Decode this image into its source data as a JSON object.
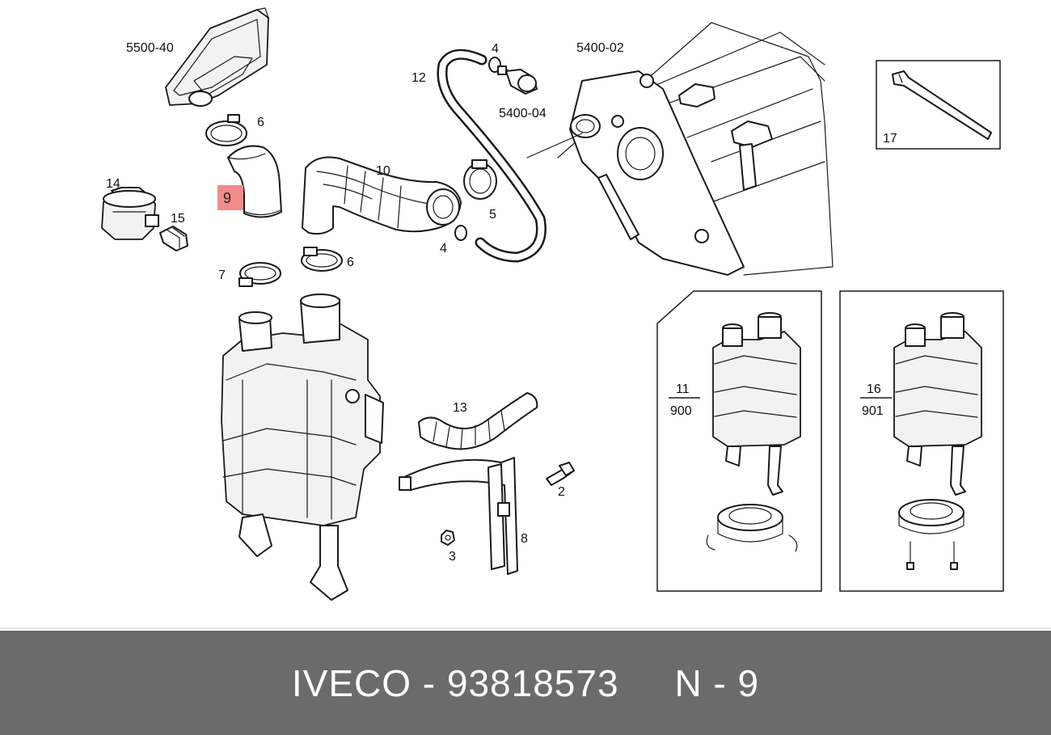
{
  "diagram": {
    "labels": {
      "group_5500_40": "5500-40",
      "group_5400_02": "5400-02",
      "group_5400_04": "5400-04",
      "part_4_top": "4",
      "part_4_mid": "4",
      "part_6_top": "6",
      "part_6_mid": "6",
      "part_5": "5",
      "part_7": "7",
      "part_9": "9",
      "part_10": "10",
      "part_12": "12",
      "part_13": "13",
      "part_14": "14",
      "part_15": "15",
      "part_17": "17",
      "part_2": "2",
      "part_3": "3",
      "part_8": "8",
      "variant_a_part": "11",
      "variant_a_code": "900",
      "variant_b_part": "16",
      "variant_b_code": "901"
    },
    "highlight_color": "#f28b8b"
  },
  "footer": {
    "brand": "IVECO",
    "part_number": "93818573",
    "position": "N - 9",
    "text": "IVECO - 93818573     N - 9"
  }
}
